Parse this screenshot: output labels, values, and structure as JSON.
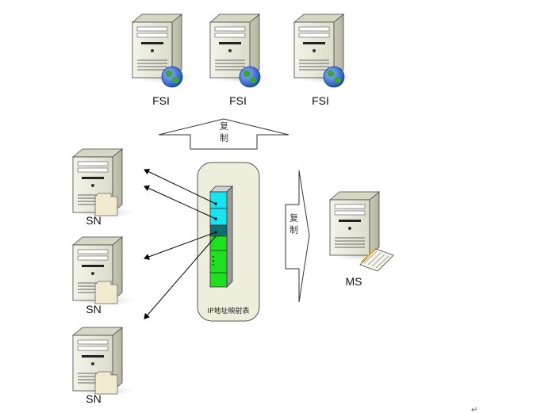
{
  "fsi_servers": [
    {
      "label": "FSI"
    },
    {
      "label": "FSI"
    },
    {
      "label": "FSI"
    }
  ],
  "sn_servers": [
    {
      "label": "SN"
    },
    {
      "label": "SN"
    },
    {
      "label": "SN"
    }
  ],
  "ms_server": {
    "label": "MS"
  },
  "mapping_table": {
    "caption": "IP地址映射表"
  },
  "replicate_up": {
    "label": "复制"
  },
  "replicate_right": {
    "label": "复制"
  },
  "paragraph_mark": "↵",
  "colors": {
    "server_body": "#e8e8d8",
    "globe_blue": "#2a5fc4",
    "globe_green": "#3ca33c",
    "table_cyan": "#19e3f0",
    "table_teal": "#0f6f74",
    "table_green": "#1fe01f",
    "panel_fill": "#edefdc"
  }
}
